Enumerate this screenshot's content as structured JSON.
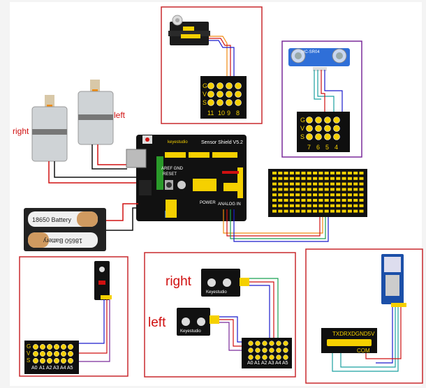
{
  "motors": {
    "right_label": "right",
    "left_label": "left"
  },
  "battery": {
    "cell1": "18650 Battery",
    "cell2": "18650 Battery"
  },
  "shield": {
    "brand": "keyestudio",
    "title": "Sensor Shield V5.2",
    "reset": "RESET",
    "power": "POWER",
    "analog": "ANALOG IN",
    "aref": "AREF GND"
  },
  "servo_header": {
    "rows": [
      "G",
      "V",
      "S"
    ],
    "pins": [
      "11",
      "10",
      "9",
      "8"
    ]
  },
  "ultrasonic_header": {
    "rows": [
      "G",
      "V",
      "S"
    ],
    "pins": [
      "7",
      "6",
      "5",
      "4"
    ]
  },
  "ultrasonic": {
    "text": "HC-SR04"
  },
  "analog_header_1": {
    "rows": [
      "G",
      "V",
      "S"
    ],
    "pins": [
      "A0",
      "A1",
      "A2",
      "A3",
      "A4",
      "A5"
    ]
  },
  "line_sensors": {
    "right_label": "right",
    "left_label": "left",
    "brand": "Keyestudio"
  },
  "analog_header_2": {
    "pins": [
      "A0",
      "A1",
      "A2",
      "A3",
      "A4",
      "A5"
    ]
  },
  "bluetooth": {
    "header": "TXDRXDGND5V",
    "com": "COM"
  },
  "colors": {
    "red": "#d01010",
    "blue": "#1a1acc",
    "green": "#18a050",
    "orange": "#f08a10",
    "purple": "#7a2a9a",
    "teal": "#1aa0a0",
    "yellow": "#f5d000",
    "board": "#111111"
  }
}
